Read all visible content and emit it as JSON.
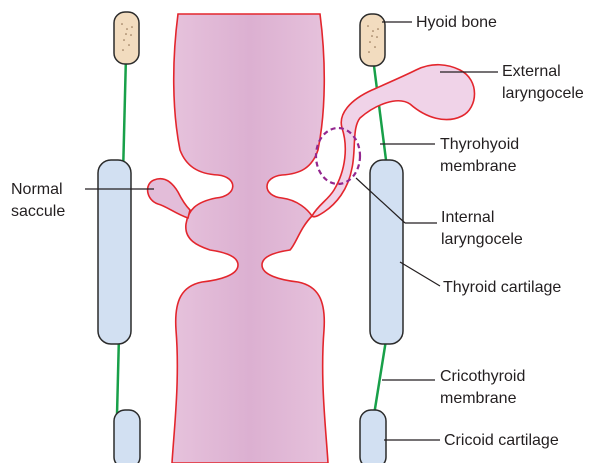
{
  "labels": {
    "hyoid_bone": "Hyoid bone",
    "external_laryngocele": [
      "External",
      "laryngocele"
    ],
    "thyrohyoid_membrane": [
      "Thyrohyoid",
      "membrane"
    ],
    "internal_laryngocele": [
      "Internal",
      "laryngocele"
    ],
    "thyroid_cartilage": "Thyroid cartilage",
    "cricothyroid_membrane": [
      "Cricothyroid",
      "membrane"
    ],
    "cricoid_cartilage": "Cricoid cartilage",
    "normal_saccule": [
      "Normal",
      "saccule"
    ]
  },
  "colors": {
    "lumen_fill": "#e3bdd9",
    "lumen_outline": "#e3262d",
    "sac_fill": "#f0d3e8",
    "membrane": "#18a049",
    "cartilage_fill": "#d2e0f2",
    "hyoid_fill": "#f2dcbf",
    "outline": "#2b2b2b",
    "dashed_circle": "#93278f",
    "leader": "#231f20"
  }
}
